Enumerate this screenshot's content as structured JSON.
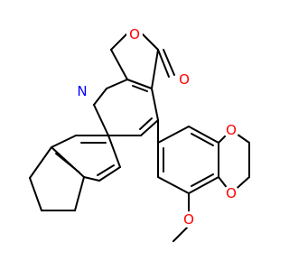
{
  "atoms": [
    {
      "symbol": "N",
      "color": "#0000ff"
    },
    {
      "symbol": "O",
      "color": "#ff0000"
    },
    {
      "symbol": "O",
      "color": "#ff0000"
    },
    {
      "symbol": "O",
      "color": "#ff0000"
    },
    {
      "symbol": "O",
      "color": "#ff0000"
    },
    {
      "symbol": "O",
      "color": "#ff0000"
    }
  ]
}
